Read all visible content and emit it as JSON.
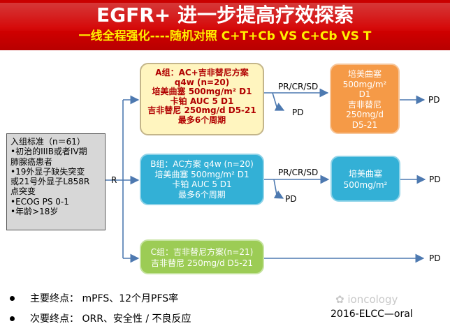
{
  "header": {
    "title": "EGFR+ 进一步提高疗效探索",
    "subtitle": "一线全程强化----随机对照 C+T+Cb VS C+Cb VS T"
  },
  "enrollment": {
    "lines": [
      "入组标准（n＝61）",
      "•初治的IIIB或者IV期",
      "肺腺癌患者",
      "•19外显子缺失突变",
      "或21号外显子L858R",
      "点突变",
      "•ECOG PS 0-1",
      "•年龄>18岁"
    ]
  },
  "randomization_label": "R",
  "arm_a": {
    "lines": [
      "A组：AC+吉非替尼方案",
      "q4w (n=20)",
      "培美曲塞 500mg/m² D1",
      "卡铂 AUC 5  D1",
      "吉非替尼 250mg/d D5-21",
      "最多6个周期"
    ]
  },
  "arm_b": {
    "lines": [
      "B组：AC方案 q4w (n=20)",
      "培美曲塞 500mg/m²  D1",
      "卡铂 AUC 5  D1",
      "最多6个周期"
    ]
  },
  "arm_c": {
    "lines": [
      "C组：吉非替尼方案(n=21)",
      "吉非替尼 250mg/d D5-21"
    ]
  },
  "maintenance_a": {
    "lines": [
      "培美曲塞",
      "500mg/m²",
      "D1",
      "吉非替尼",
      "250mg/d",
      "D5-21"
    ]
  },
  "maintenance_b": {
    "lines": [
      "培美曲塞",
      "500mg/m²"
    ]
  },
  "labels": {
    "response_a": "PR/CR/SD",
    "pd_a": "PD",
    "end_a": "PD",
    "response_b": "PR/CR/SD",
    "pd_b": "PD",
    "end_b": "PD",
    "end_c": "PD"
  },
  "endpoints": {
    "primary": "主要终点： mPFS、12个月PFS率",
    "secondary": "次要终点： ORR、安全性 / 不良反应"
  },
  "watermark": "ioncology",
  "source": "2016-ELCC—oral",
  "colors": {
    "header_red": "#d40000",
    "subtitle_yellow": "#ffef00",
    "arm_a_fill": "#fff5bf",
    "arm_a_text": "#b00000",
    "arm_b_fill": "#33b0d6",
    "arm_c_fill": "#9ccc55",
    "maintenance_a_fill": "#f59a47",
    "connector_blue": "#4d79b0"
  }
}
